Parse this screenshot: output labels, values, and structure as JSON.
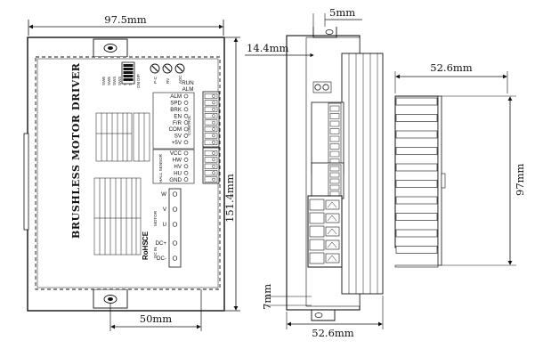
{
  "dimensions": {
    "front_width": "97.5mm",
    "front_height": "151.4mm",
    "hole_spacing": "50mm",
    "side_depth": "52.6mm",
    "side_offset": "14.4mm",
    "side_top": "5mm",
    "side_bottom": "7mm",
    "heatsink_width": "52.6mm",
    "heatsink_height": "97mm"
  },
  "front_panel": {
    "title": "BRUSHLESS MOTOR DRIVER",
    "switch_labels": [
      "SW6",
      "SW5",
      "SW4",
      "SW3",
      "SW2",
      "SW1"
    ],
    "dip_label": "ON DIP",
    "pot_labels": [
      "P-C",
      "RV",
      "ADC"
    ],
    "run_label": "RUN",
    "alm_label": "ALM",
    "control_pins": [
      "ALM",
      "SPD",
      "BRK",
      "EN",
      "F/R",
      "COM",
      "SV",
      "+5V"
    ],
    "control_group": "CONTROL",
    "hall_pins": [
      "VCC",
      "HW",
      "HV",
      "HU",
      "GND"
    ],
    "hall_group": "HALL SENSOR",
    "motor_pins": [
      "W",
      "V",
      "U"
    ],
    "motor_group": "MOTOR",
    "power_pins": [
      "DC+",
      "DC-"
    ],
    "power_group": "DC IN",
    "marks": [
      "RoHS",
      "CE"
    ]
  }
}
